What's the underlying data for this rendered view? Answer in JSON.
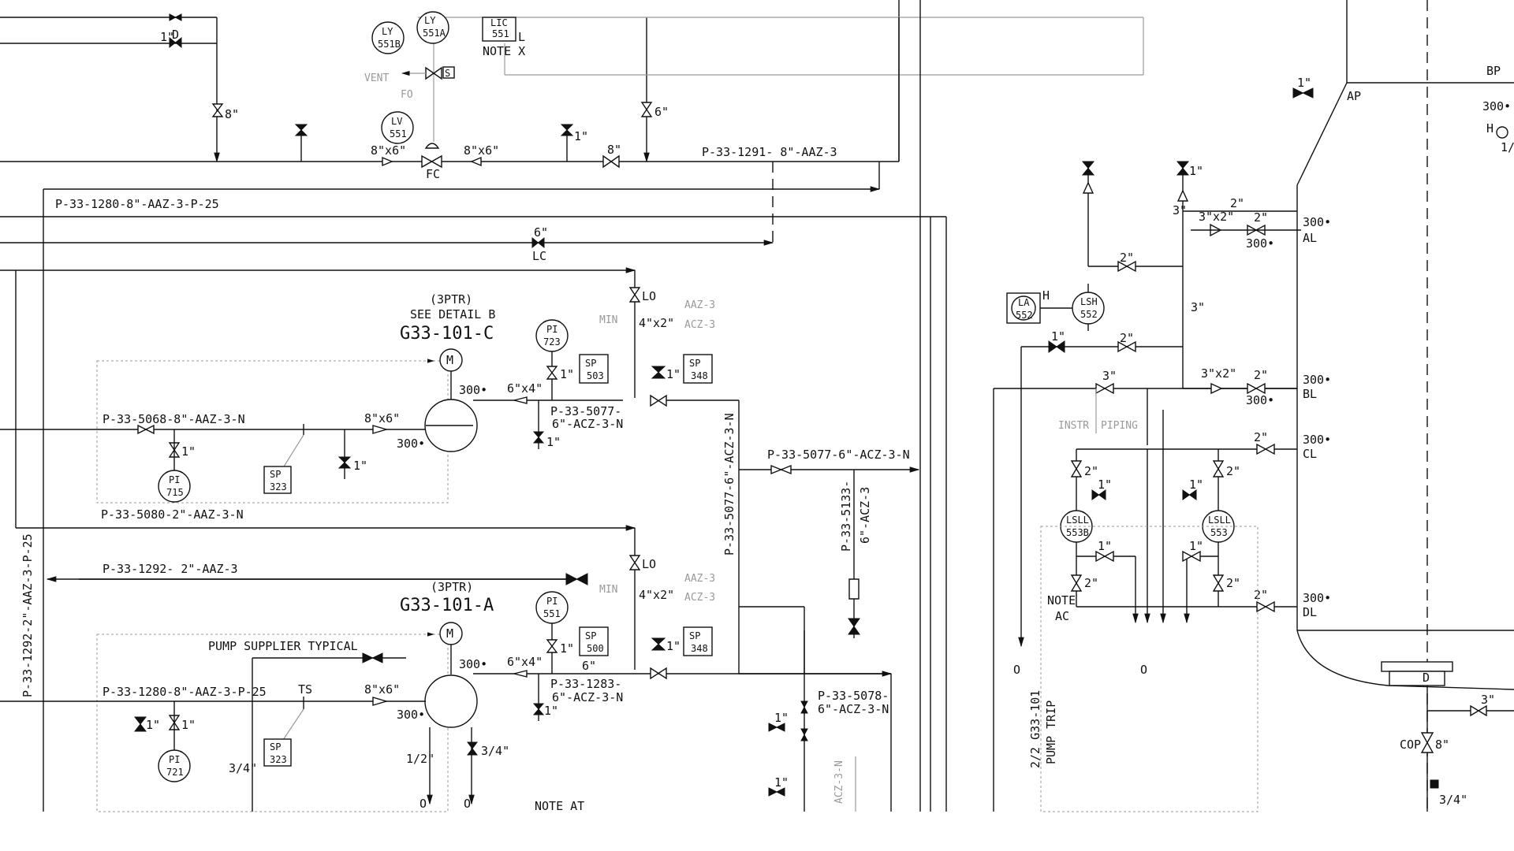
{
  "lines": {
    "l1291": "P-33-1291- 8\"-AAZ-3",
    "l1280a": "P-33-1280-8\"-AAZ-3-P-25",
    "l5068": "P-33-5068-8\"-AAZ-3-N",
    "l5080": "P-33-5080-2\"-AAZ-3-N",
    "l1292": "P-33-1292- 2\"-AAZ-3",
    "l1280b": "P-33-1280-8\"-AAZ-3-P-25",
    "l1292v": "P-33-1292-2\"-AAZ-3-P-25",
    "l5077v": "P-33-5077-6\"-ACZ-3-N",
    "l5077h": "P-33-5077-6\"-ACZ-3-N",
    "l5077a": "P-33-5077-",
    "l5077b": "6\"-ACZ-3-N",
    "l1283a": "P-33-1283-",
    "l1283b": "6\"-ACZ-3-N",
    "l5133a": "P-33-5133-",
    "l5133b": "6\"-ACZ-3",
    "l5078a": "P-33-5078-",
    "l5078b": "6\"-ACZ-3-N",
    "acz3n": "ACZ-3-N"
  },
  "pumps": {
    "c_note": "(3PTR)",
    "c_detail": "SEE DETAIL B",
    "c_tag": "G33-101-C",
    "a_note": "(3PTR)",
    "a_tag": "G33-101-A",
    "motor": "M",
    "supplier": "PUMP SUPPLIER TYPICAL"
  },
  "instruments": {
    "ly551b": [
      "LY",
      "551B"
    ],
    "ly551a": [
      "LY",
      "551A"
    ],
    "lic551": [
      "LIC",
      "551"
    ],
    "lv551": [
      "LV",
      "551"
    ],
    "pi723": [
      "PI",
      "723"
    ],
    "pi715": [
      "PI",
      "715"
    ],
    "pi551": [
      "PI",
      "551"
    ],
    "pi721": [
      "PI",
      "721"
    ],
    "lsh552": [
      "LSH",
      "552"
    ],
    "la552": [
      "LA",
      "552"
    ],
    "lsll553b": [
      "LSLL",
      "553B"
    ],
    "lsll553": [
      "LSLL",
      "553"
    ],
    "sp503": [
      "SP",
      "503"
    ],
    "sp348a": [
      "SP",
      "348"
    ],
    "sp323a": [
      "SP",
      "323"
    ],
    "sp500": [
      "SP",
      "500"
    ],
    "sp348b": [
      "SP",
      "348"
    ],
    "sp323b": [
      "SP",
      "323"
    ]
  },
  "labels": {
    "size_1": "1\"",
    "size_8": "8\"",
    "size_6": "6\"",
    "size_2": "2\"",
    "size_3": "3\"",
    "size_34": "3/4\"",
    "size_12": "1/2\"",
    "r8x6": "8\"x6\"",
    "r6x4": "6\"x4\"",
    "r4x2": "4\"x2\"",
    "r3x2": "3\"x2\"",
    "d": "D",
    "l": "L",
    "h": "H",
    "fc": "FC",
    "fo": "FO",
    "vent": "VENT",
    "s": "S",
    "lc": "LC",
    "lo": "LO",
    "min": "MIN",
    "aaz3": "AAZ-3",
    "acz3": "ACZ-3",
    "p300": "300•",
    "ts": "TS",
    "notex": "NOTE X",
    "noteac1": "NOTE",
    "noteac2": "AC",
    "noteat": "NOTE AT",
    "instr": "INSTR",
    "piping": "PIPING",
    "o": "O",
    "pumptrip1": "2/2 G33-101",
    "pumptrip2": "PUMP TRIP",
    "al": "AL",
    "bl": "BL",
    "cl": "CL",
    "dl": "DL",
    "ap": "AP",
    "bp": "BP",
    "cop": "COP",
    "partial": "1/"
  }
}
